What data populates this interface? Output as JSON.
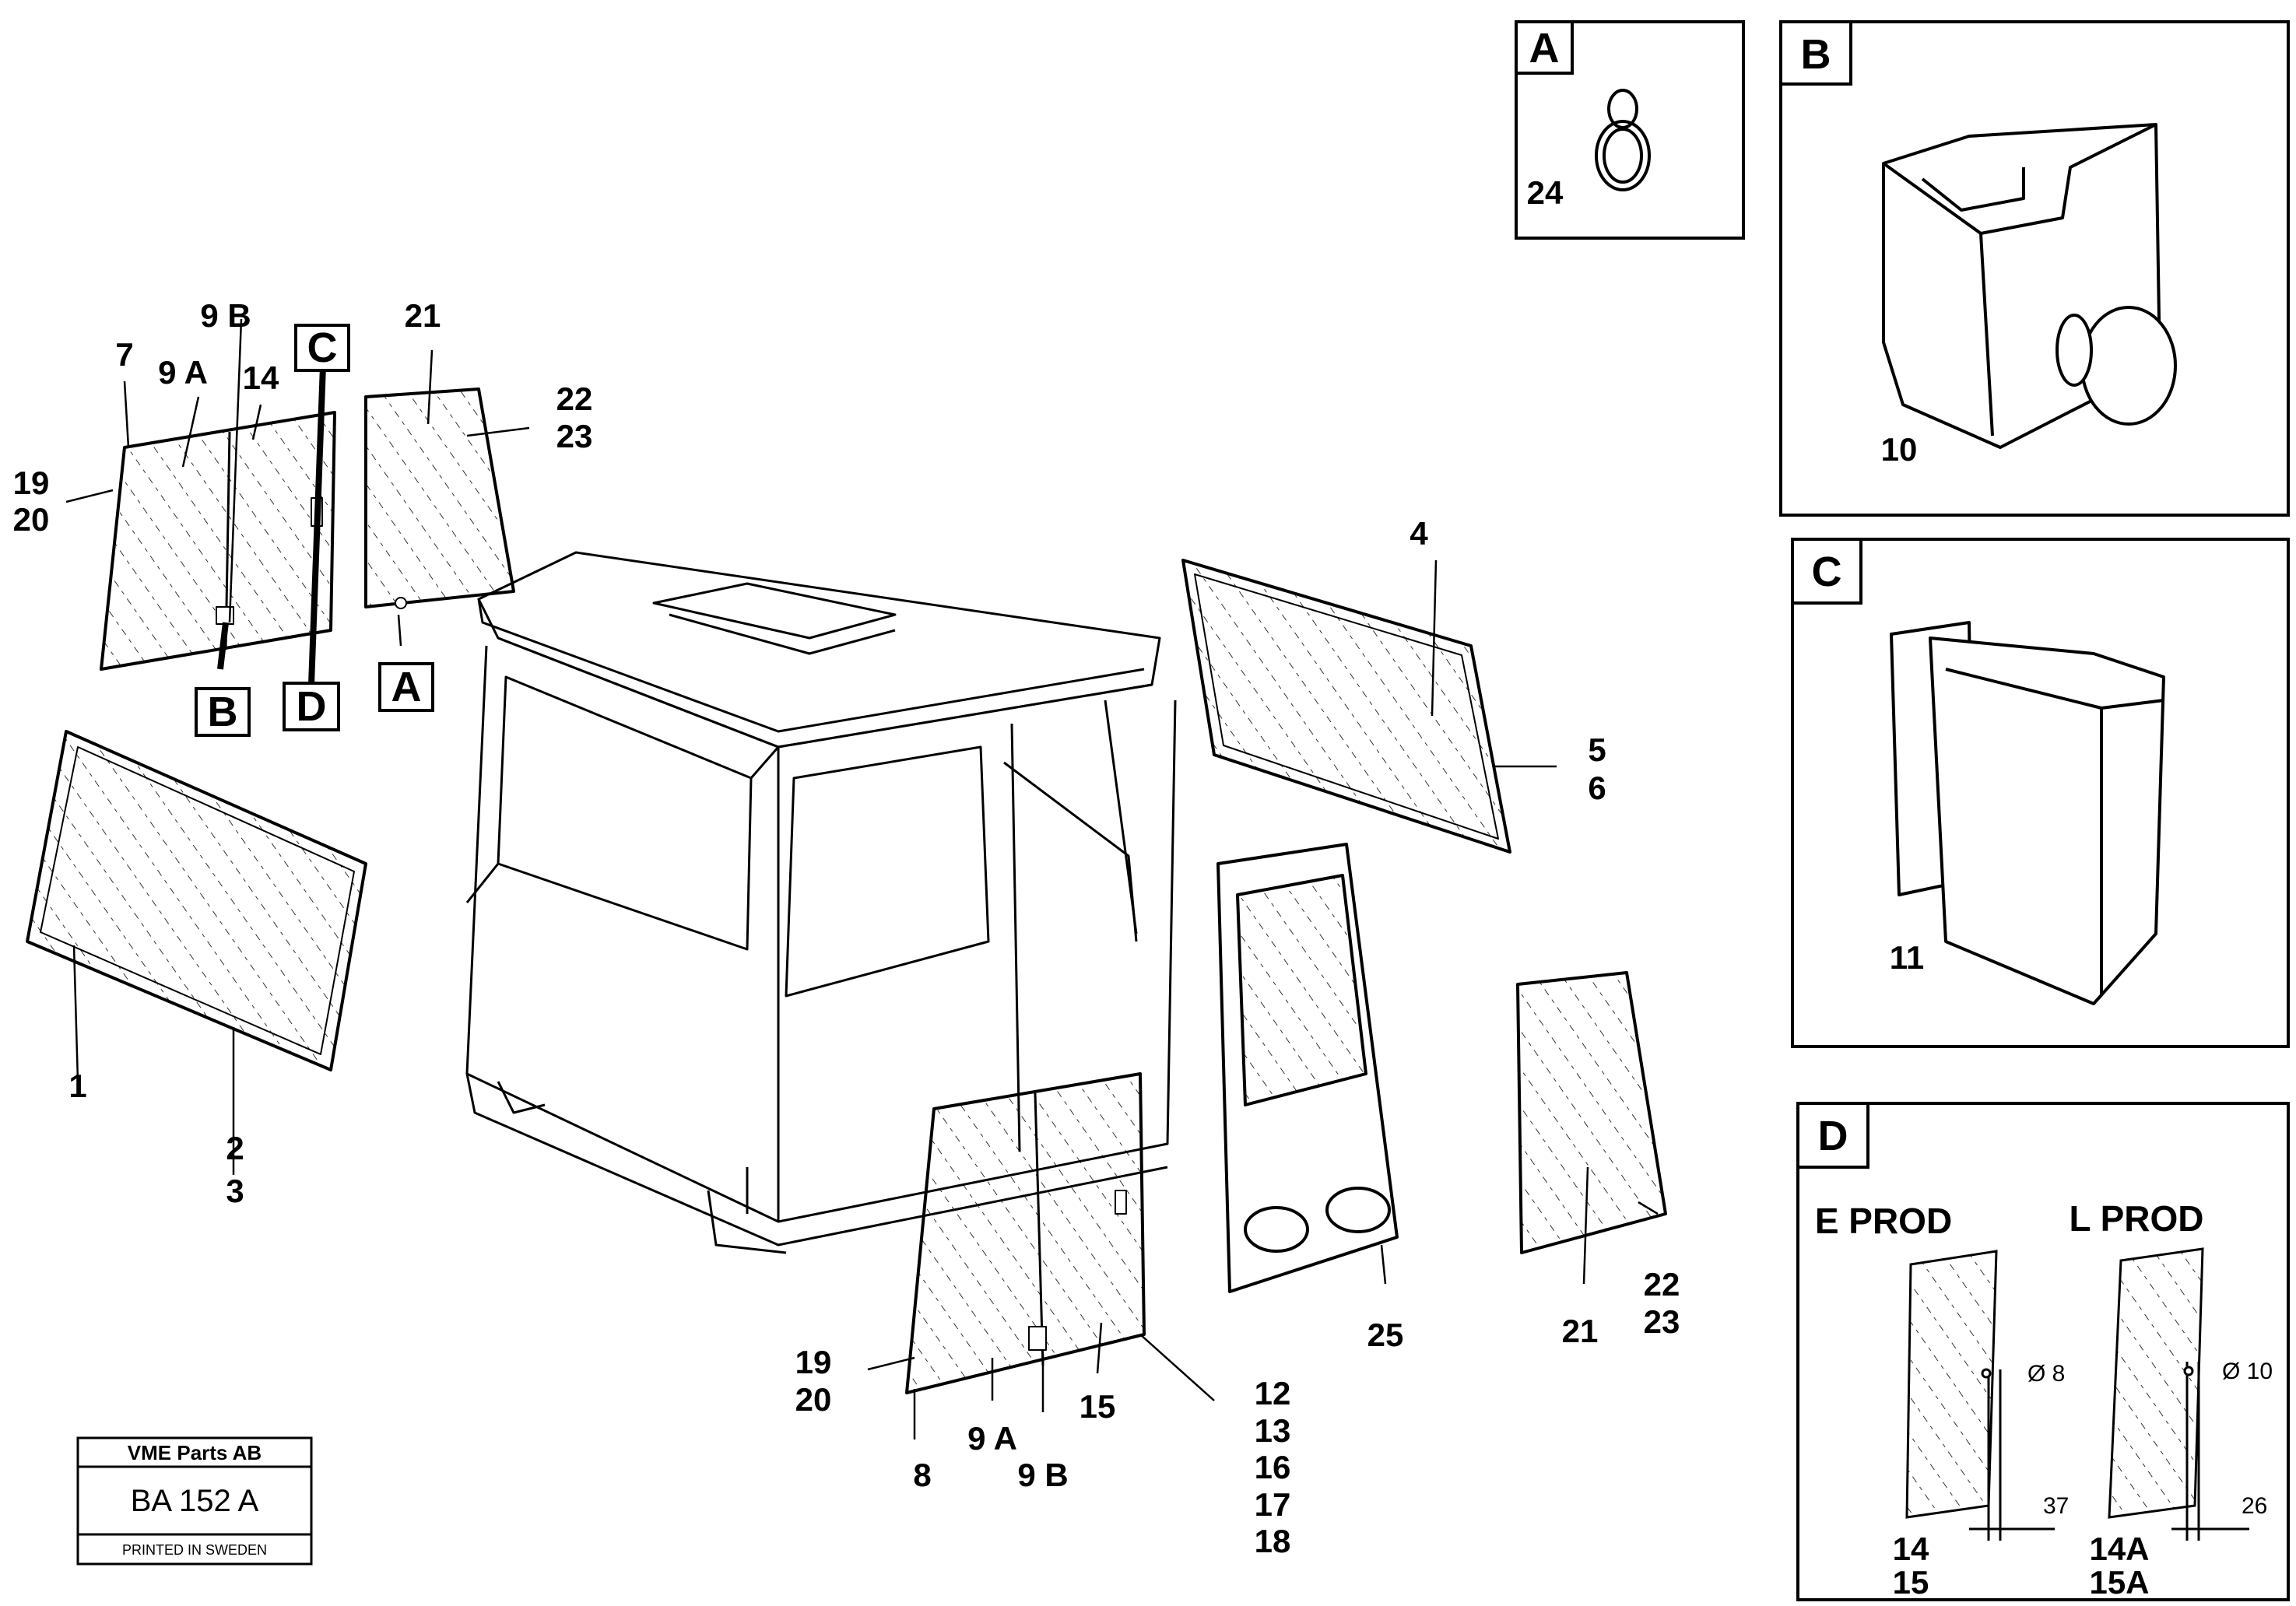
{
  "callouts": {
    "a": "A",
    "b": "B",
    "c": "C",
    "d": "D"
  },
  "labels": {
    "l1": "1",
    "l2": "2",
    "l3": "3",
    "l4": "4",
    "l5": "5",
    "l6": "6",
    "l7": "7",
    "l8": "8",
    "l9a_top": "9 A",
    "l9b_top": "9 B",
    "l9a_bot": "9 A",
    "l9b_bot": "9 B",
    "l10": "10",
    "l11": "11",
    "l12": "12",
    "l13": "13",
    "l16": "16",
    "l17": "17",
    "l18": "18",
    "l14_top": "14",
    "l15_bot": "15",
    "l19_top": "19",
    "l20_top": "20",
    "l19_bot": "19",
    "l20_bot": "20",
    "l21_top": "21",
    "l22_top": "22",
    "l23_top": "23",
    "l21_right": "21",
    "l22_right": "22",
    "l23_right": "23",
    "l24": "24",
    "l25": "25",
    "d_14": "14",
    "d_15": "15",
    "d_14a": "14A",
    "d_15a": "15A"
  },
  "detail_d": {
    "e_prod": "E PROD",
    "l_prod": "L PROD",
    "dia_e": "Ø 8",
    "dia_l": "Ø 10",
    "dim_e": "37",
    "dim_l": "26"
  },
  "stamp": {
    "company": "VME Parts AB",
    "code": "BA 152 A",
    "footer": "PRINTED IN SWEDEN"
  }
}
